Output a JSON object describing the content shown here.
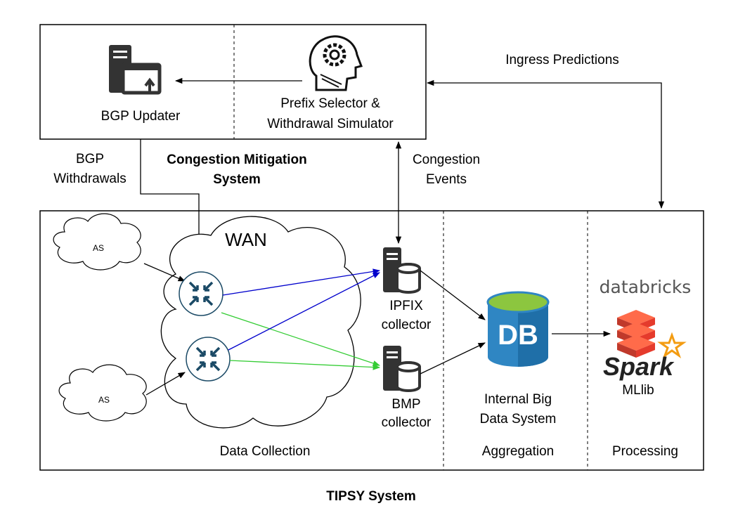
{
  "top_box": {
    "bgp_updater": "BGP Updater",
    "prefix_selector_line1": "Prefix Selector &",
    "prefix_selector_line2": "Withdrawal Simulator"
  },
  "labels": {
    "ingress_predictions": "Ingress Predictions",
    "bgp_withdrawals_line1": "BGP",
    "bgp_withdrawals_line2": "Withdrawals",
    "congestion_mitigation_line1": "Congestion Mitigation",
    "congestion_mitigation_line2": "System",
    "congestion_events_line1": "Congestion",
    "congestion_events_line2": "Events"
  },
  "bottom_box": {
    "wan": "WAN",
    "as_top": "AS",
    "as_bottom": "AS",
    "ipfix_line1": "IPFIX",
    "ipfix_line2": "collector",
    "bmp_line1": "BMP",
    "bmp_line2": "collector",
    "db_label": "DB",
    "internal_line1": "Internal Big",
    "internal_line2": "Data System",
    "databricks": "databricks",
    "spark": "Spark",
    "mllib": "MLlib",
    "section_data_collection": "Data Collection",
    "section_aggregation": "Aggregation",
    "section_processing": "Processing"
  },
  "caption": "TIPSY System",
  "colors": {
    "router_blue_arrow": "#0000cc",
    "router_green_arrow": "#33cc33",
    "router_icon": "#1b4a66",
    "db_cylinder": "#2f86c3",
    "db_top": "#8cc63f",
    "spark_red": "#e53b2c",
    "spark_orange": "#f39c12"
  }
}
